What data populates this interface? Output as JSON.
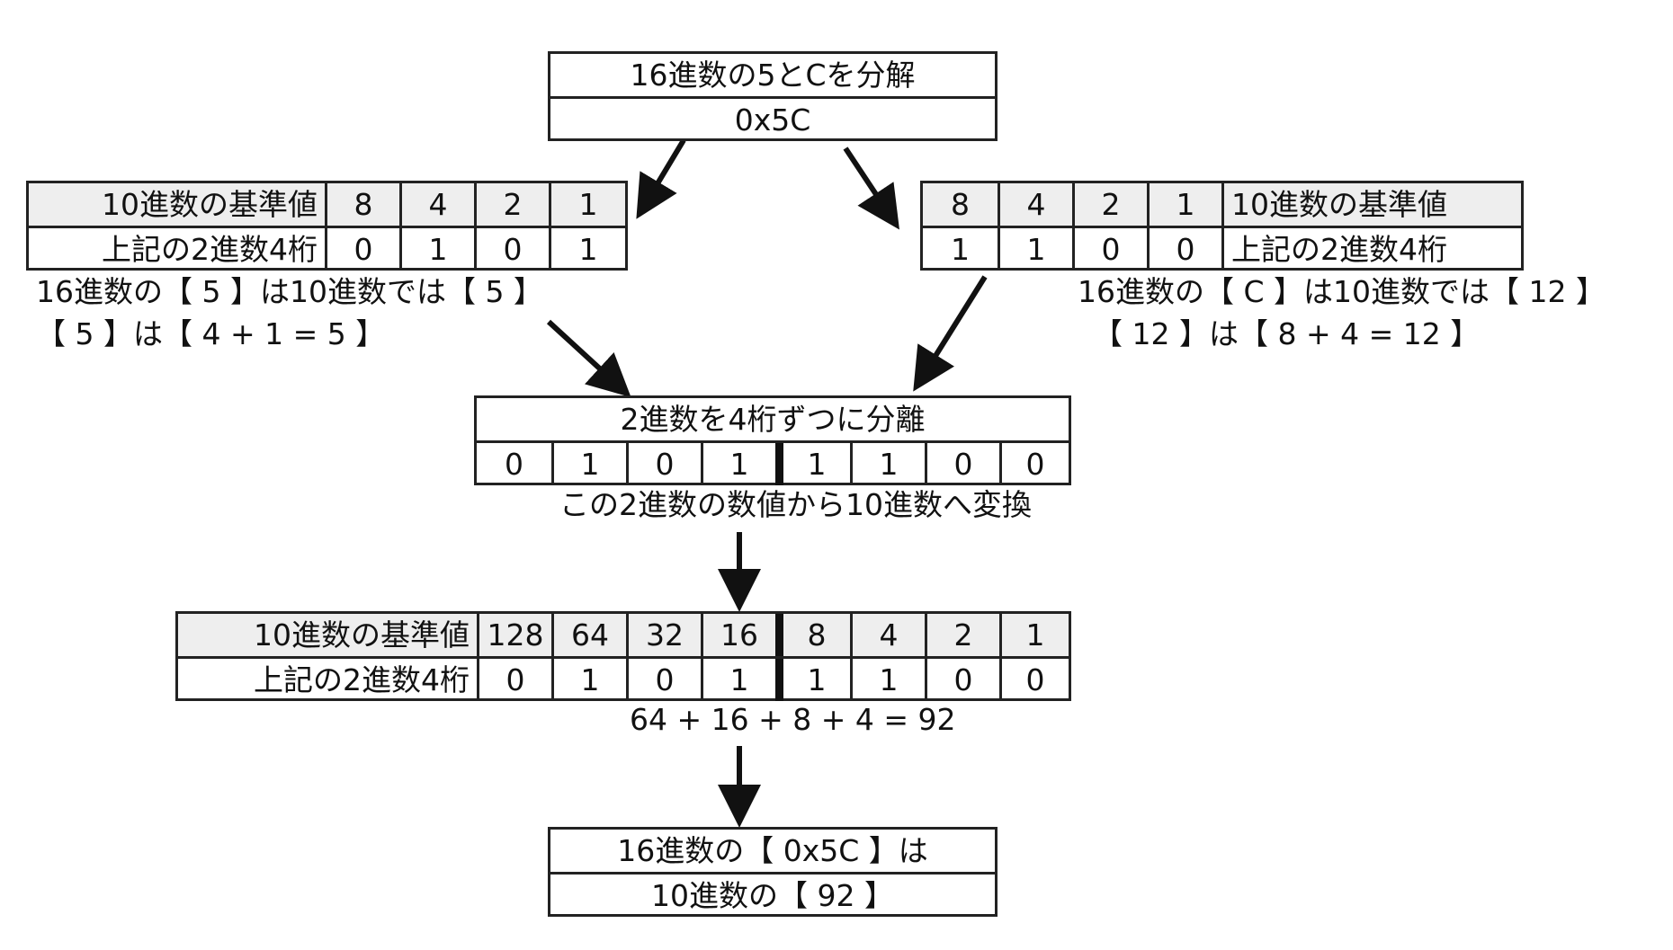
{
  "top_box": {
    "title": "16進数の5とCを分解",
    "value": "0x5C"
  },
  "left_box": {
    "header_label": "10進数の基準値",
    "header_values": [
      "8",
      "4",
      "2",
      "1"
    ],
    "bits_label": "上記の2進数4桁",
    "bits": [
      "0",
      "1",
      "0",
      "1"
    ],
    "note_1": "16進数の【 5 】は10進数では【 5 】",
    "note_2": "【 5 】は【 4 + 1 = 5 】"
  },
  "right_box": {
    "header_label": "10進数の基準値",
    "header_values": [
      "8",
      "4",
      "2",
      "1"
    ],
    "bits_label": "上記の2進数4桁",
    "bits": [
      "1",
      "1",
      "0",
      "0"
    ],
    "note_1": "16進数の【 C 】は10進数では【 12 】",
    "note_2": "【 12 】は【 8 + 4 = 12 】"
  },
  "middle_box": {
    "title": "2進数を4桁ずつに分離",
    "bits": [
      "0",
      "1",
      "0",
      "1",
      "1",
      "1",
      "0",
      "0"
    ],
    "note": "この2進数の数値から10進数へ変換"
  },
  "weights_box": {
    "header_label": "10進数の基準値",
    "weights": [
      "128",
      "64",
      "32",
      "16",
      "8",
      "4",
      "2",
      "1"
    ],
    "bits_label": "上記の2進数4桁",
    "bits": [
      "0",
      "1",
      "0",
      "1",
      "1",
      "1",
      "0",
      "0"
    ],
    "sum": "64 + 16 + 8 + 4 = 92"
  },
  "result_box": {
    "line_1": "16進数の【 0x5C 】は",
    "line_2": "10進数の【 92 】"
  }
}
